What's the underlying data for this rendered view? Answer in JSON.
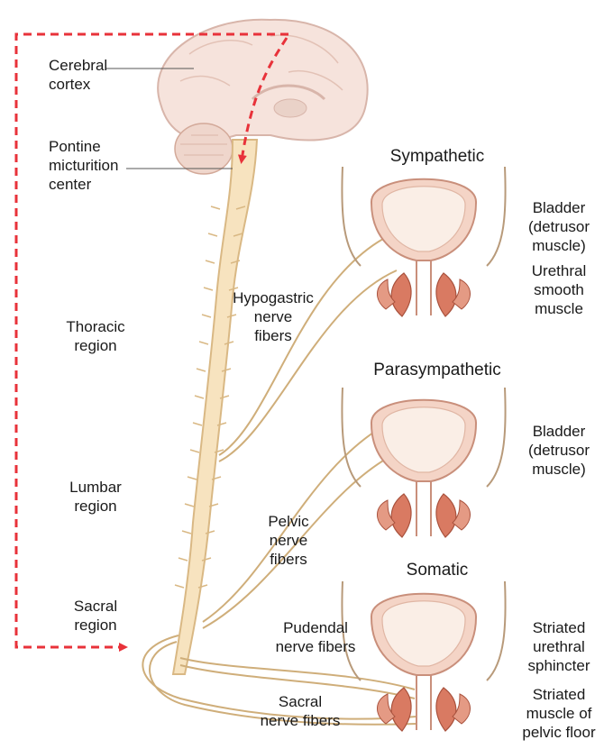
{
  "labels": {
    "cerebral_cortex": "Cerebral\ncortex",
    "pontine": "Pontine\nmicturition\ncenter",
    "thoracic": "Thoracic\nregion",
    "lumbar": "Lumbar\nregion",
    "sacral": "Sacral\nregion",
    "hypogastric": "Hypogastric\nnerve\nfibers",
    "pelvic": "Pelvic\nnerve\nfibers",
    "pudendal": "Pudendal\nnerve fibers",
    "sacral_nerve": "Sacral\nnerve fibers"
  },
  "panels": {
    "sympathetic": {
      "title": "Sympathetic",
      "label_top": "Bladder\n(detrusor\nmuscle)",
      "label_bottom": "Urethral\nsmooth\nmuscle"
    },
    "parasympathetic": {
      "title": "Parasympathetic",
      "label_top": "Bladder\n(detrusor\nmuscle)"
    },
    "somatic": {
      "title": "Somatic",
      "label_top": "Striated\nurethral\nsphincter",
      "label_bottom": "Striated\nmuscle of\npelvic floor"
    }
  },
  "colors": {
    "cord": "#f7e3bf",
    "cord_edge": "#d9b884",
    "nerve": "#ead4ad",
    "nerve_edge": "#cfae7a",
    "brain": "#f6e3dc",
    "brain_edge": "#d8b5aa",
    "bladder": "#f4d4c6",
    "bladder_inner": "#faeee6",
    "muscle": "#d97a62",
    "arrow": "#e8323a",
    "outline": "#b89a7a"
  }
}
